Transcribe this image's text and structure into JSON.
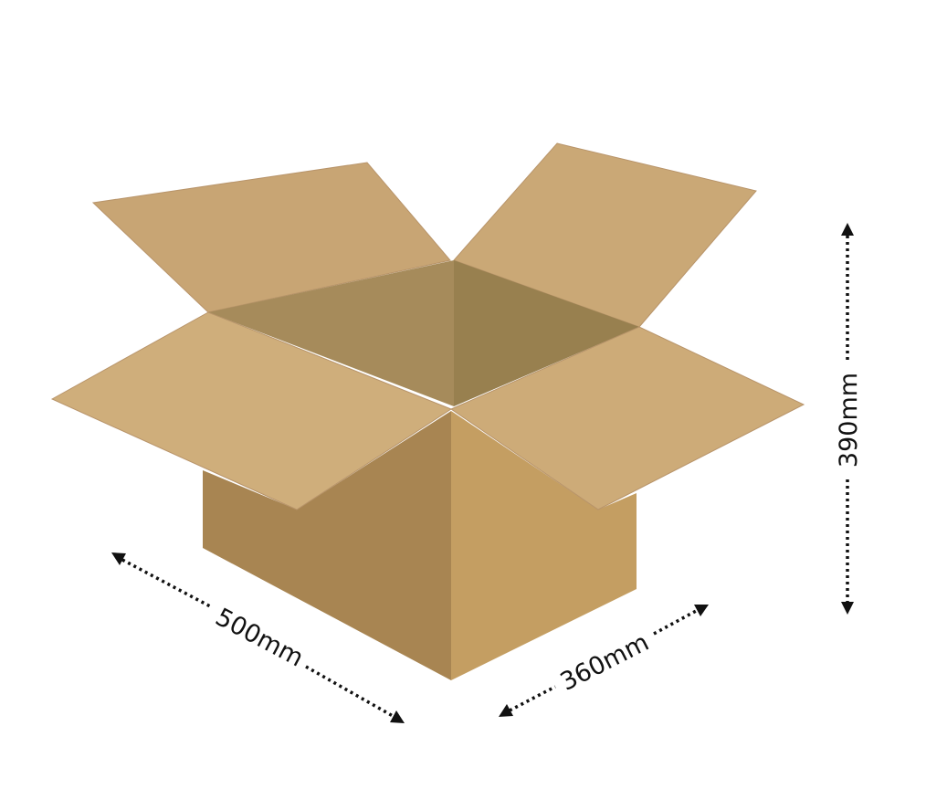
{
  "dimensions": {
    "length": "500mm",
    "depth": "360mm",
    "height": "390mm"
  },
  "colors": {
    "flap_back_left": "#c8a574",
    "flap_back_right": "#caa876",
    "interior_left": "#a68b5b",
    "interior_right": "#98804f",
    "flap_front_left": "#cfae7b",
    "flap_front_right": "#cdab78",
    "face_front": "#a88552",
    "face_side": "#c49e62",
    "arrow": "#111111"
  }
}
